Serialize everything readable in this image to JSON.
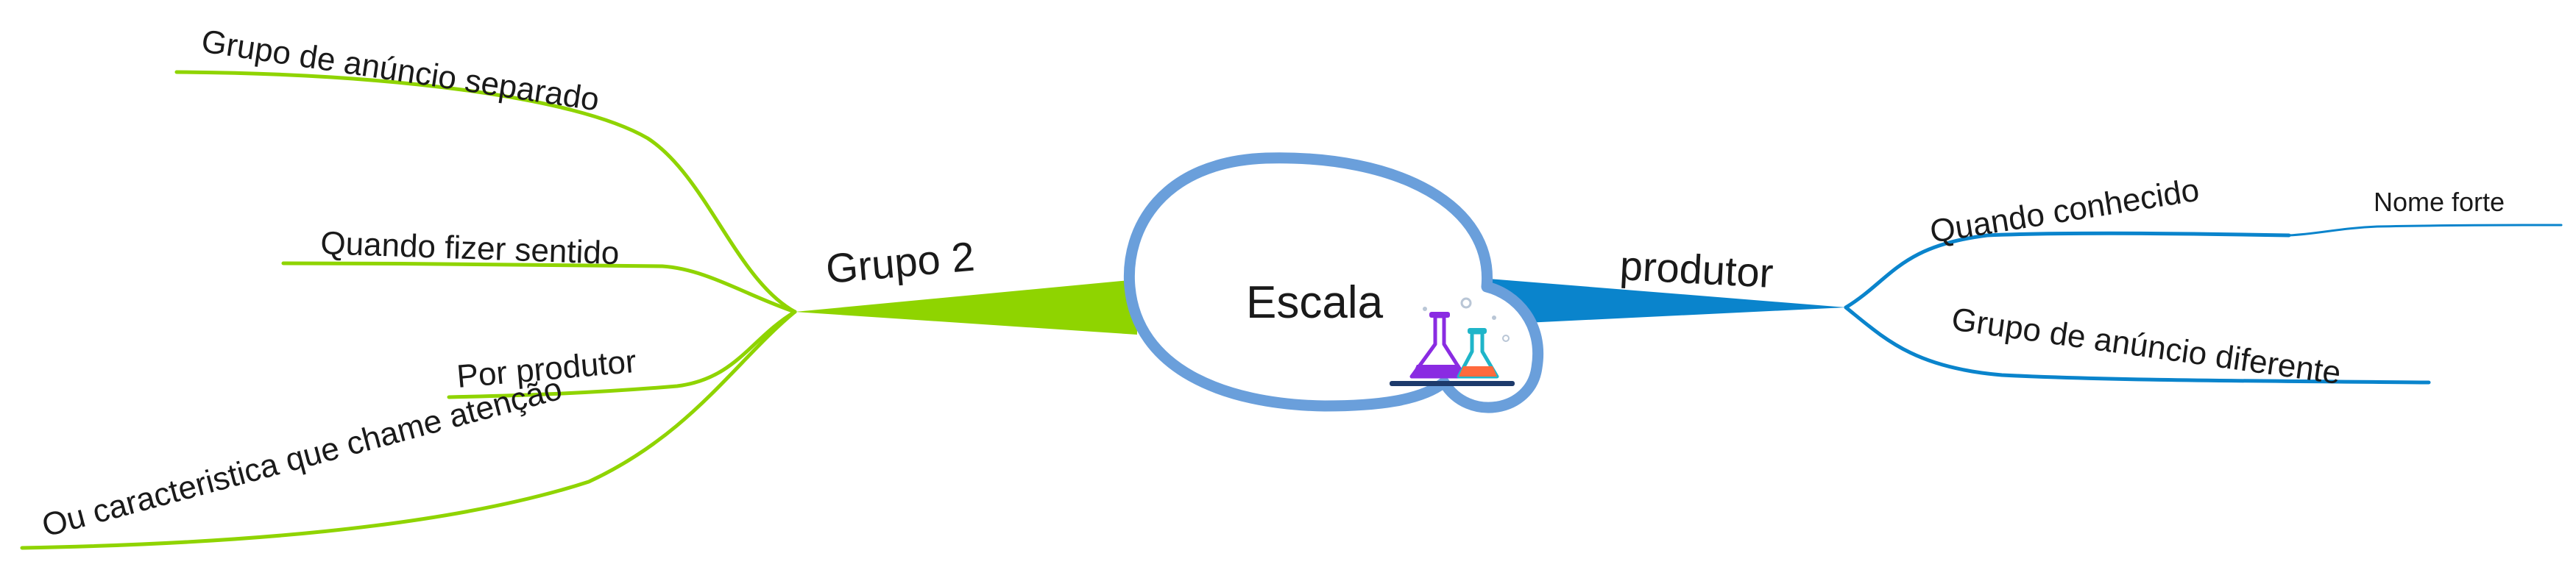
{
  "central": {
    "label": "Escala",
    "icon": "chemistry-flasks-icon"
  },
  "branches": [
    {
      "label": "Grupo 2",
      "color": "#8fd400",
      "children": [
        {
          "label": "Grupo de anúncio separado"
        },
        {
          "label": "Quando fizer sentido"
        },
        {
          "label": "Por produtor"
        },
        {
          "label": "Ou caracteristica que chame atenção"
        }
      ]
    },
    {
      "label": "produtor",
      "color": "#0a84cc",
      "children": [
        {
          "label": "Quando conhecido",
          "children": [
            {
              "label": "Nome forte"
            }
          ]
        },
        {
          "label": "Grupo de anúncio diferente"
        }
      ]
    }
  ],
  "colors": {
    "bubble_stroke": "#6a9fdb",
    "flask_purple": "#8a2be2",
    "flask_teal": "#1fb5c9",
    "flask_orange": "#ff6a3d",
    "flask_base": "#1d3a6b"
  }
}
